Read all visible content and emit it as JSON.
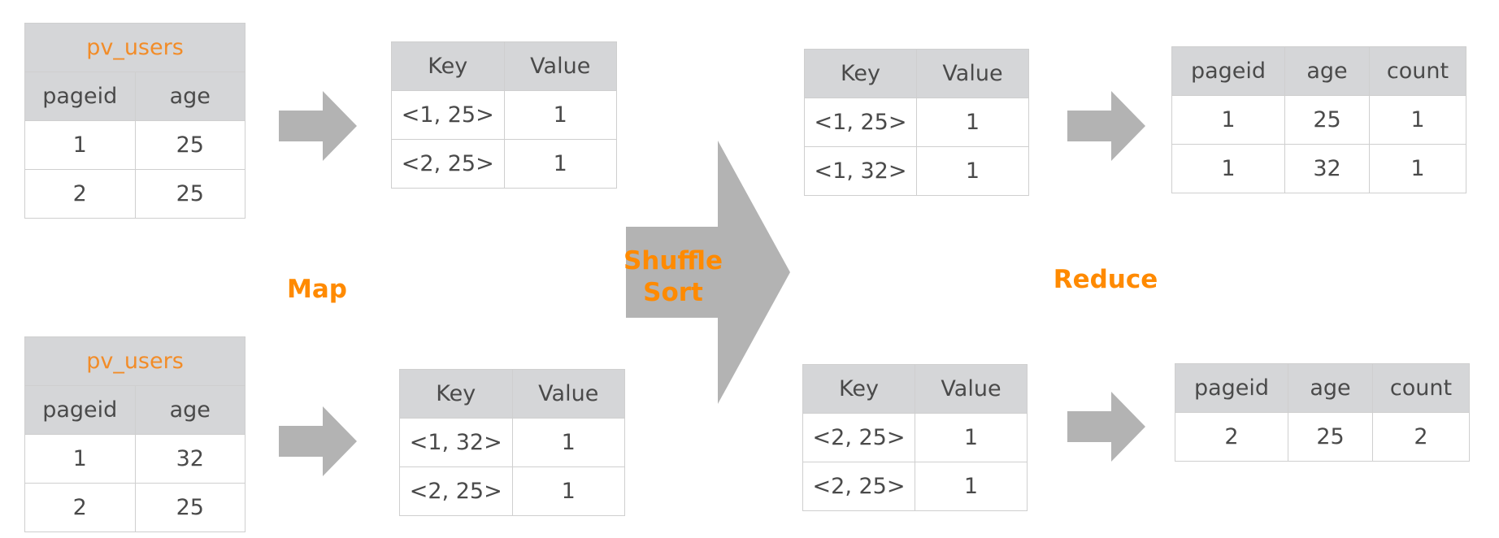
{
  "map_label": "Map",
  "shuffle_label_1": "Shuffle",
  "shuffle_label_2": "Sort",
  "reduce_label": "Reduce",
  "colors": {
    "accent": "#ff8a00",
    "table_title": "#f28c28",
    "header_bg": "#d5d6d8",
    "arrow": "#b3b3b3",
    "border": "#cfcfcf"
  },
  "input_tables": [
    {
      "title": "pv_users",
      "headers": [
        "pageid",
        "age"
      ],
      "rows": [
        [
          "1",
          "25"
        ],
        [
          "2",
          "25"
        ]
      ]
    },
    {
      "title": "pv_users",
      "headers": [
        "pageid",
        "age"
      ],
      "rows": [
        [
          "1",
          "32"
        ],
        [
          "2",
          "25"
        ]
      ]
    }
  ],
  "map_tables": [
    {
      "headers": [
        "Key",
        "Value"
      ],
      "rows": [
        [
          "<1, 25>",
          "1"
        ],
        [
          "<2, 25>",
          "1"
        ]
      ]
    },
    {
      "headers": [
        "Key",
        "Value"
      ],
      "rows": [
        [
          "<1, 32>",
          "1"
        ],
        [
          "<2, 25>",
          "1"
        ]
      ]
    }
  ],
  "shuffle_tables": [
    {
      "headers": [
        "Key",
        "Value"
      ],
      "rows": [
        [
          "<1, 25>",
          "1"
        ],
        [
          "<1, 32>",
          "1"
        ]
      ]
    },
    {
      "headers": [
        "Key",
        "Value"
      ],
      "rows": [
        [
          "<2, 25>",
          "1"
        ],
        [
          "<2, 25>",
          "1"
        ]
      ]
    }
  ],
  "reduce_tables": [
    {
      "headers": [
        "pageid",
        "age",
        "count"
      ],
      "rows": [
        [
          "1",
          "25",
          "1"
        ],
        [
          "1",
          "32",
          "1"
        ]
      ]
    },
    {
      "headers": [
        "pageid",
        "age",
        "count"
      ],
      "rows": [
        [
          "2",
          "25",
          "2"
        ]
      ]
    }
  ]
}
